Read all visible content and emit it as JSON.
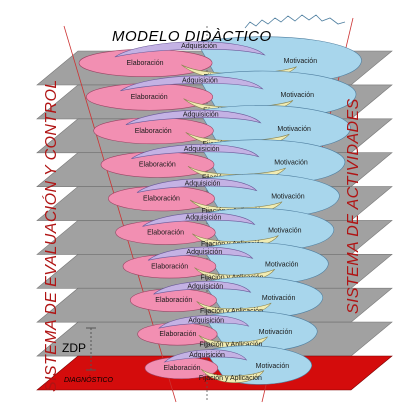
{
  "title": "MODELO DIDÀCTICO",
  "left_axis": "SISTEMA DE EVALUACIÓN Y CONTROL",
  "right_axis": "SISTEMA DE ACTIVIDADES",
  "zdp_label": "ZDP",
  "base_label": "DIAGNÓSTICO",
  "level_labels": {
    "motivacion": "Motivación",
    "adquisicion": "Adquisición",
    "elaboracion": "Elaboración",
    "fijacion": "Fijación y Aplicación"
  },
  "levels": 10,
  "colors": {
    "plane": "#9a9a9a",
    "base_plane": "#d40c0c",
    "motivacion": "#a8d6ec",
    "adquisicion": "#c4b2e4",
    "elaboracion": "#f28fb2",
    "fijacion": "#f1ecb2",
    "side_text": "#b01414",
    "cone_line": "#cc3333"
  }
}
